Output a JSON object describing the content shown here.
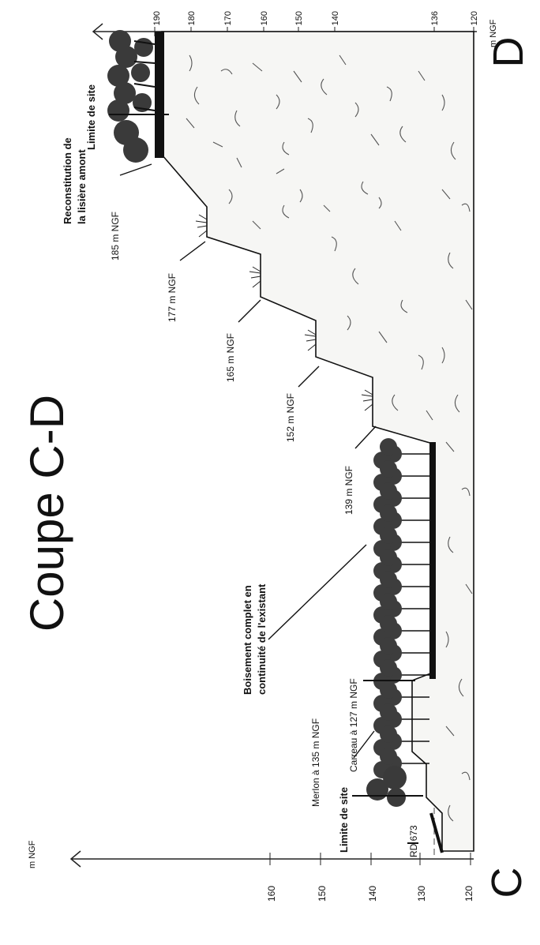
{
  "title": "Coupe C-D",
  "point_start": "C",
  "point_end": "D",
  "axis_unit": "m NGF",
  "left_axis_ticks": [
    "160",
    "150",
    "140",
    "130",
    "120"
  ],
  "right_axis_ticks": [
    "190",
    "180",
    "170",
    "160",
    "150",
    "140",
    "136",
    "120"
  ],
  "labels": {
    "rd": "RD 673",
    "limite_left": "Limite de site",
    "merlon": "Merlon à 135 m NGF",
    "carreau": "Carreau à 127 m NGF",
    "boisement_1": "Boisement complet en",
    "boisement_2": "continuité de l'existant",
    "level_139": "139 m NGF",
    "level_152": "152 m NGF",
    "level_165": "165 m NGF",
    "level_177": "177 m NGF",
    "level_185": "185 m NGF",
    "reconst_1": "Reconstitution de",
    "reconst_2": "la lisière amont",
    "limite_right": "Limite de site"
  }
}
